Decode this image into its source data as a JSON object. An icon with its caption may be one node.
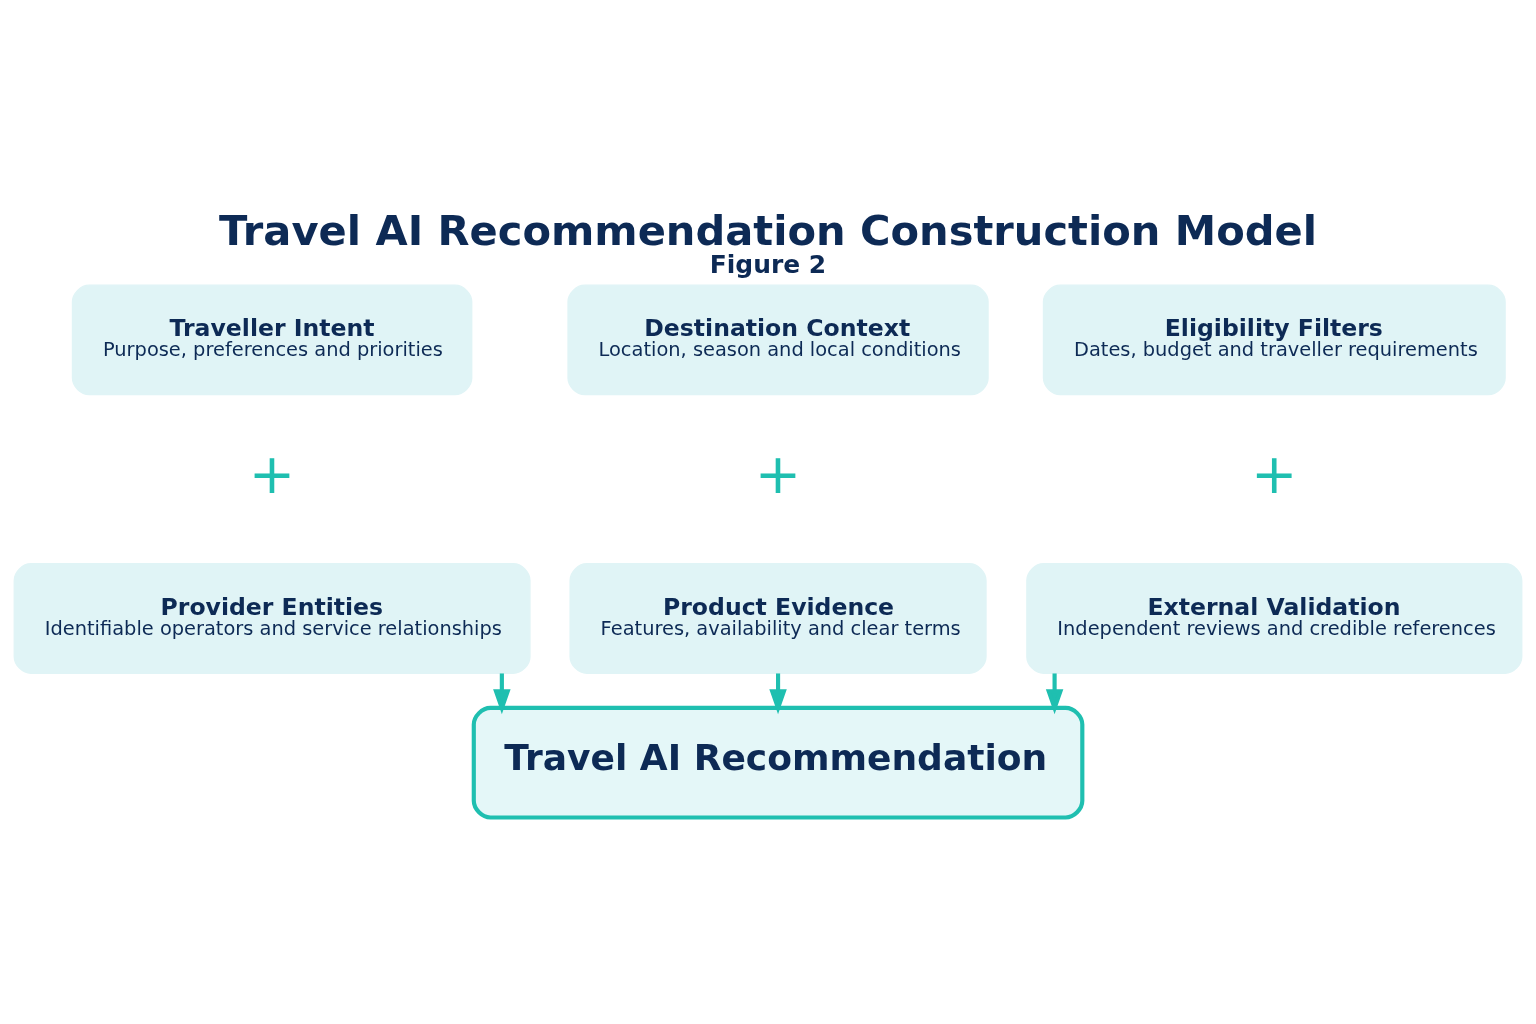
{
  "diagram": {
    "title": "Travel AI Recommendation Construction Model",
    "caption": "Figure 2",
    "nodes": [
      {
        "text": [
          "Traveller Intent",
          "Purpose, preferences and priorities"
        ]
      },
      {
        "text": [
          "Destination Context",
          "Location, season and local conditions"
        ]
      },
      {
        "text": [
          "Eligibility Filters",
          "Dates, budget and traveller requirements"
        ]
      },
      {
        "text": [
          "Provider Entities",
          "Identifiable operators and service relationships"
        ]
      },
      {
        "text": [
          "Product Evidence",
          "Features, availability and clear terms"
        ]
      },
      {
        "text": [
          "External Validation",
          "Independent reviews and credible references"
        ]
      },
      {
        "text": [
          "Travel AI Recommendation"
        ]
      }
    ],
    "edges": [
      {
        "from": 3,
        "to": 6,
        "arrow": "to"
      },
      {
        "from": 4,
        "to": 6,
        "arrow": "to"
      },
      {
        "from": 5,
        "to": 6,
        "arrow": "to"
      }
    ],
    "labels": [
      "+",
      "+",
      "+"
    ]
  }
}
